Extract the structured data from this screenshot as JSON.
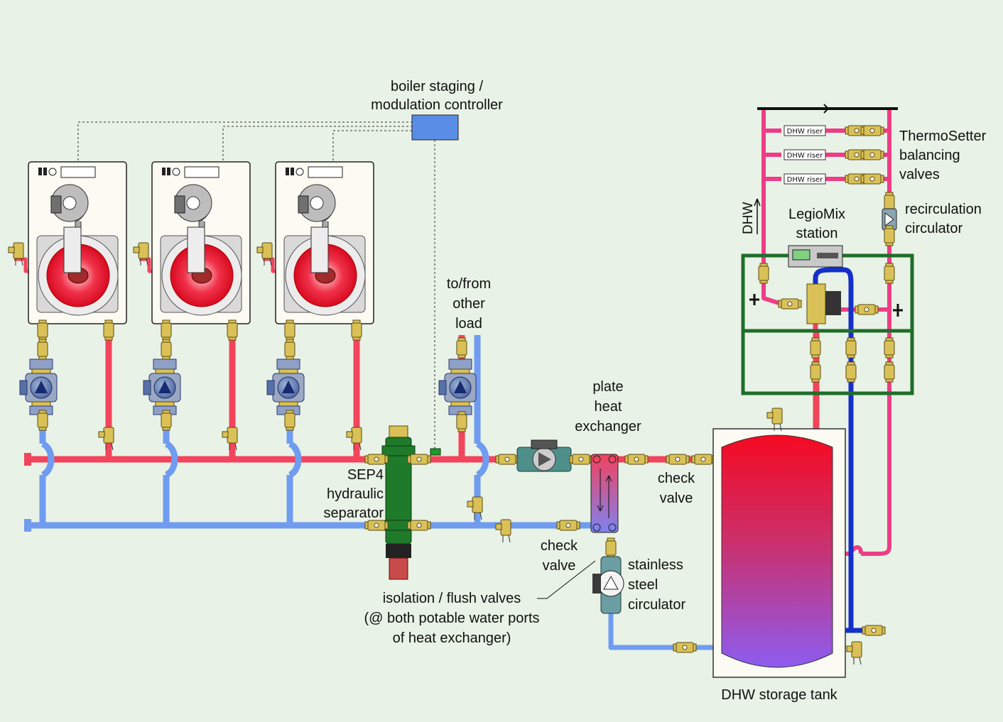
{
  "colors": {
    "background": "#e9f2e6",
    "hot_pipe": "#f2445c",
    "cold_pipe": "#6f9cf0",
    "deep_blue_pipe": "#1530c8",
    "pink_pipe": "#ee3d86",
    "brass": "#d9c157",
    "station_frame": "#1f6e2a",
    "separator": "#1f7a2a"
  },
  "labels": {
    "controller": [
      "boiler staging /",
      "modulation controller"
    ],
    "other_load": [
      "to/from",
      "other",
      "load"
    ],
    "separator": [
      "SEP4",
      "hydraulic",
      "separator"
    ],
    "heat_exchanger": [
      "plate",
      "heat",
      "exchanger"
    ],
    "check_valve_top": [
      "check",
      "valve"
    ],
    "check_valve_bottom": [
      "check",
      "valve"
    ],
    "circulator": [
      "stainless",
      "steel",
      "circulator"
    ],
    "isolation": [
      "isolation / flush valves",
      "(@ both potable water ports",
      "of heat exchanger)"
    ],
    "thermosetter": [
      "ThermoSetter",
      "balancing",
      "valves"
    ],
    "recirculation": [
      "recirculation",
      "circulator"
    ],
    "legiomix": [
      "LegioMix",
      "station"
    ],
    "dhw_vertical": "DHW",
    "tank": "DHW storage tank",
    "riser": "DHW riser"
  },
  "icons": [
    "boiler-icon",
    "circulator-pump-icon",
    "valve-icon",
    "relief-valve-icon",
    "controller-box-icon",
    "arrow-up-icon"
  ]
}
